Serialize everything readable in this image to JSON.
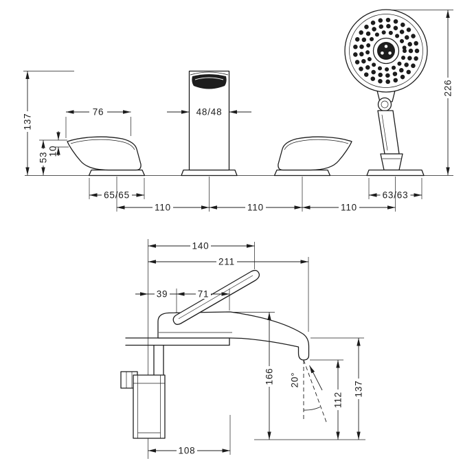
{
  "drawing": {
    "front_view": {
      "dim_handle_length": "76",
      "dim_spout_width": "48/48",
      "dim_height_total": "137",
      "dim_handle_height": "53",
      "dim_handle_tip": "10",
      "dim_handle_base": "65/65",
      "dim_shower_height": "226",
      "dim_shower_base": "63/63",
      "dim_spacing_1": "110",
      "dim_spacing_2": "110",
      "dim_spacing_3": "110"
    },
    "side_view": {
      "dim_reach_handle": "140",
      "dim_reach_spout": "211",
      "dim_offset_back": "39",
      "dim_handle_depth": "71",
      "dim_height_body": "166",
      "dim_height_outlet": "112",
      "dim_height_rim": "137",
      "dim_depth_below": "108",
      "dim_flow_angle": "20°"
    }
  }
}
